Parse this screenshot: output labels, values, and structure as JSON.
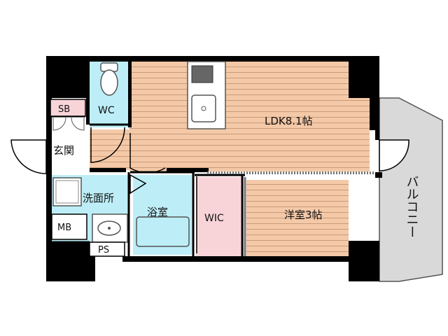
{
  "rooms": {
    "ldk": "LDK8.1帖",
    "bedroom": "洋室3帖",
    "wic": "WIC",
    "bath": "浴室",
    "washroom": "洗面所",
    "wc": "WC",
    "entrance": "玄関",
    "sb": "SB",
    "mb": "MB",
    "ps": "PS",
    "balcony": "バルコニー"
  },
  "colors": {
    "wood_floor": "#f4c9a8",
    "wood_line": "#c99a7a",
    "wet_area": "#bdeef7",
    "wic_floor": "#f8d4d8",
    "sb_floor": "#f8d4d8",
    "balcony_floor": "#d9d9d9",
    "wall": "#000000",
    "fixture": "#9a9a9a"
  }
}
